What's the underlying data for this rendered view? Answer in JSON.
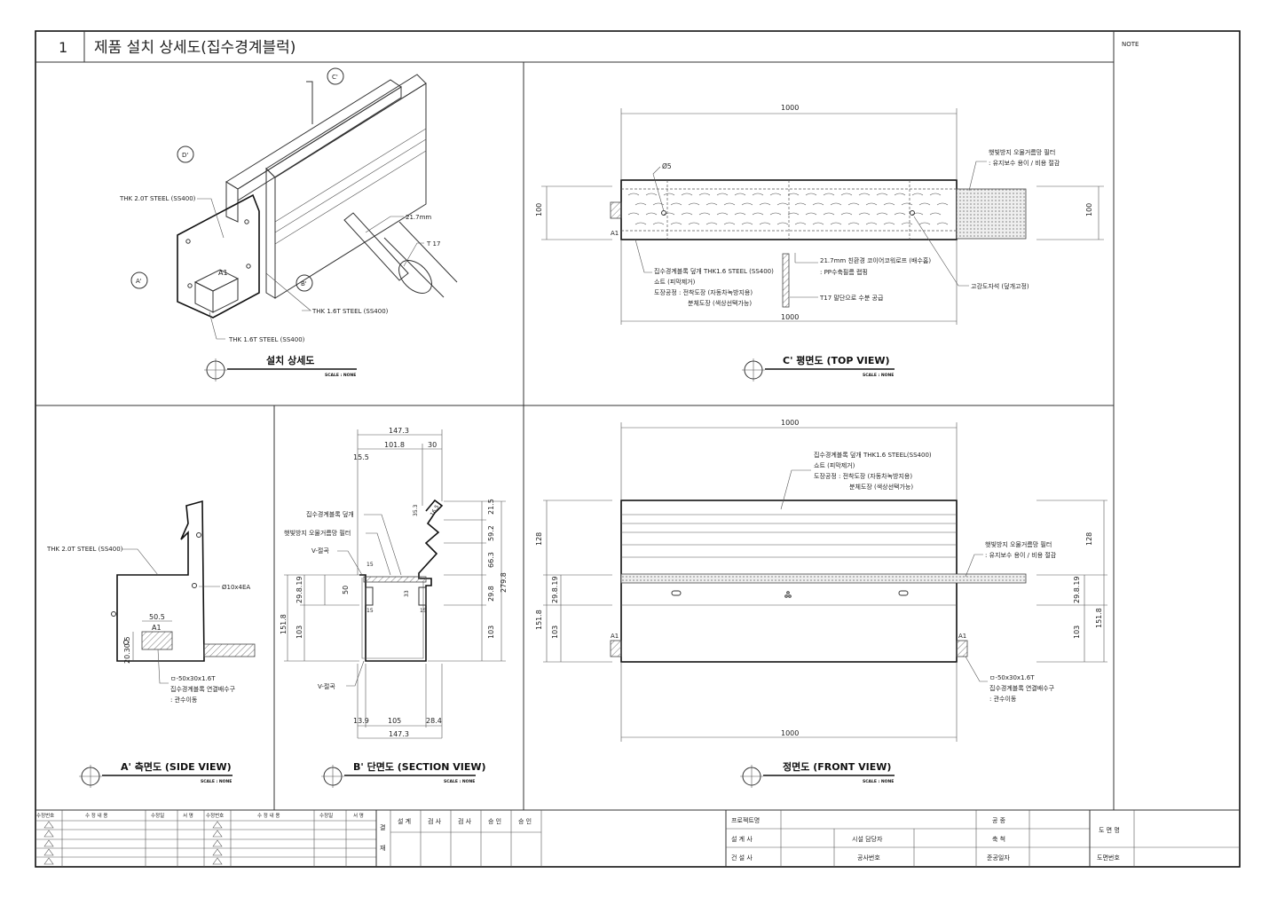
{
  "sheet": {
    "number": "1",
    "title": "제품 설치 상세도(집수경계블럭)",
    "note_label": "NOTE"
  },
  "views": {
    "install": {
      "title": "설치 상세도",
      "scale": "SCALE : NONE",
      "marks": {
        "c": "C'",
        "d": "D'",
        "a": "A'",
        "b": "B'"
      },
      "labels": {
        "thk20": "THK 2.0T STEEL (SS400)",
        "thk16a": "THK 1.6T STEEL (SS400)",
        "thk16b": "THK 1.6T STEEL (SS400)",
        "a1": "A1",
        "dia": "21.7mm",
        "t17": "T 17"
      }
    },
    "top": {
      "title": "C' 평면도 (TOP VIEW)",
      "scale": "SCALE : NONE",
      "dims": {
        "top": "1000",
        "bottom": "1000",
        "left": "100",
        "right": "100",
        "hole": "Ø5"
      },
      "a1": "A1",
      "notes": {
        "filter1": "햇빛방지 오물거름망 필터",
        "filter2": ": 유지보수 용이 / 비용 절감",
        "rope1": "21.7mm 친환경 코이어코워로프 (배수홈)",
        "rope2": ": PP수축필름 랩핑",
        "t17": "T17 말단으로 수분 공급",
        "magnet": "고강도자석 (덮개고정)",
        "cover1": "집수경계블록 덮개 THK1.6 STEEL (SS400)",
        "cover2": "쇼트 (피막제거)",
        "cover3": "도장공정 : 전착도장 (자동차녹방지용)",
        "cover4": "분체도장 (색상선택가능)"
      }
    },
    "side": {
      "title": "A' 측면도 (SIDE VIEW)",
      "scale": "SCALE : NONE",
      "labels": {
        "thk20": "THK 2.0T STEEL (SS400)",
        "holes": "Ø10x4EA",
        "w": "50.5",
        "a1": "A1",
        "h": "20.30.5",
        "pipe1": "ㅁ-50x30x1.6T",
        "pipe2": "집수경계블록 연결배수구",
        "pipe3": ": 관수이동"
      }
    },
    "section": {
      "title": "B' 단면도 (SECTION VIEW)",
      "scale": "SCALE : NONE",
      "dims": {
        "w_total": "147.3",
        "w_a": "101.8",
        "w_b": "30",
        "w_c": "15.5",
        "b_total": "147.3",
        "b_a": "13.9",
        "b_b": "105",
        "b_c": "28.4",
        "h_a": "21.5",
        "h_b": "59.2",
        "h_c": "66.3",
        "h_d": "279.8",
        "h_e": "29.8",
        "h_f": "103",
        "l_a": "29.8.19",
        "l_b": "50",
        "l_c": "151.8",
        "l_d": "103",
        "s_15a": "15",
        "s_15b": "15",
        "s_15c": "15",
        "s_33": "33",
        "s_35": "35.3",
        "s_165": "16.5"
      },
      "labels": {
        "cover": "집수경계블록 덮개",
        "filter": "햇빛방지 오물거름망 필터",
        "v1": "V-절곡",
        "v2": "V-절곡"
      }
    },
    "front": {
      "title": "정면도 (FRONT VIEW)",
      "scale": "SCALE : NONE",
      "dims": {
        "top": "1000",
        "bottom": "1000",
        "l128": "128",
        "l29": "29.8.19",
        "l1518": "151.8",
        "l103": "103",
        "r128": "128",
        "r29": "29.8.19",
        "r1518": "151.8",
        "r103": "103"
      },
      "a1l": "A1",
      "a1r": "A1",
      "notes": {
        "cover1": "집수경계블록 덮개 THK1.6 STEEL(SS400)",
        "cover2": "쇼트 (피막제거)",
        "cover3": "도장공정 : 전착도장 (자동차녹방지용)",
        "cover4": "분체도장 (색상선택가능)",
        "filter1": "햇빛방지 오물거름망 필터",
        "filter2": ": 유지보수 용이 / 비용 절감",
        "pipe1": "ㅁ-50x30x1.6T",
        "pipe2": "집수경계블록 연결배수구",
        "pipe3": ": 관수이동"
      }
    }
  },
  "titleblock": {
    "rev_headers": [
      "수정번호",
      "수 정 내 용",
      "수정일",
      "서 명",
      "수정번호",
      "수 정 내 용",
      "수정일",
      "서 명"
    ],
    "approve_side": [
      "결",
      "재"
    ],
    "approve_headers": [
      "설 계",
      "검 사",
      "검 사",
      "승 인",
      "승 인"
    ],
    "project": [
      "프로젝트명",
      "설 계 사",
      "건 설 사"
    ],
    "mid": [
      "시설 담당자",
      "공사번호"
    ],
    "right": [
      "공 종",
      "축 척",
      "준공일자"
    ],
    "far": [
      "도 면 명",
      "도면번호"
    ]
  }
}
